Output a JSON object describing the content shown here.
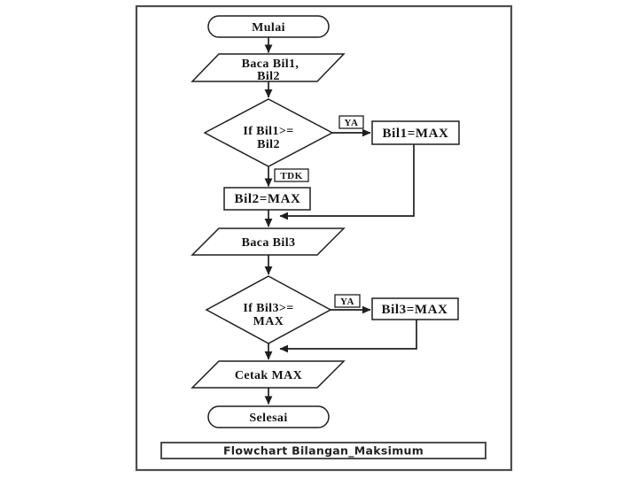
{
  "colors": {
    "background": "#ffffff",
    "shape_outline": "#1f1f1f",
    "frame_border": "#4d4d4d",
    "text": "#141414"
  },
  "flowchart": {
    "start_label": "Mulai",
    "read_bil12_line1": "Baca Bil1,",
    "read_bil12_line2": "Bil2",
    "decision1_line1": "If Bil1>=",
    "decision1_line2": "Bil2",
    "yes_label_1": "YA",
    "no_label_1": "TDK",
    "assign_bil1_label": "Bil1=MAX",
    "assign_bil2_label": "Bil2=MAX",
    "read_bil3_label": "Baca Bil3",
    "decision2_line1": "If Bil3>=",
    "decision2_line2": "MAX",
    "yes_label_2": "YA",
    "assign_bil3_label": "Bil3=MAX",
    "print_label": "Cetak MAX",
    "end_label": "Selesai",
    "caption": "Flowchart Bilangan_Maksimum"
  }
}
